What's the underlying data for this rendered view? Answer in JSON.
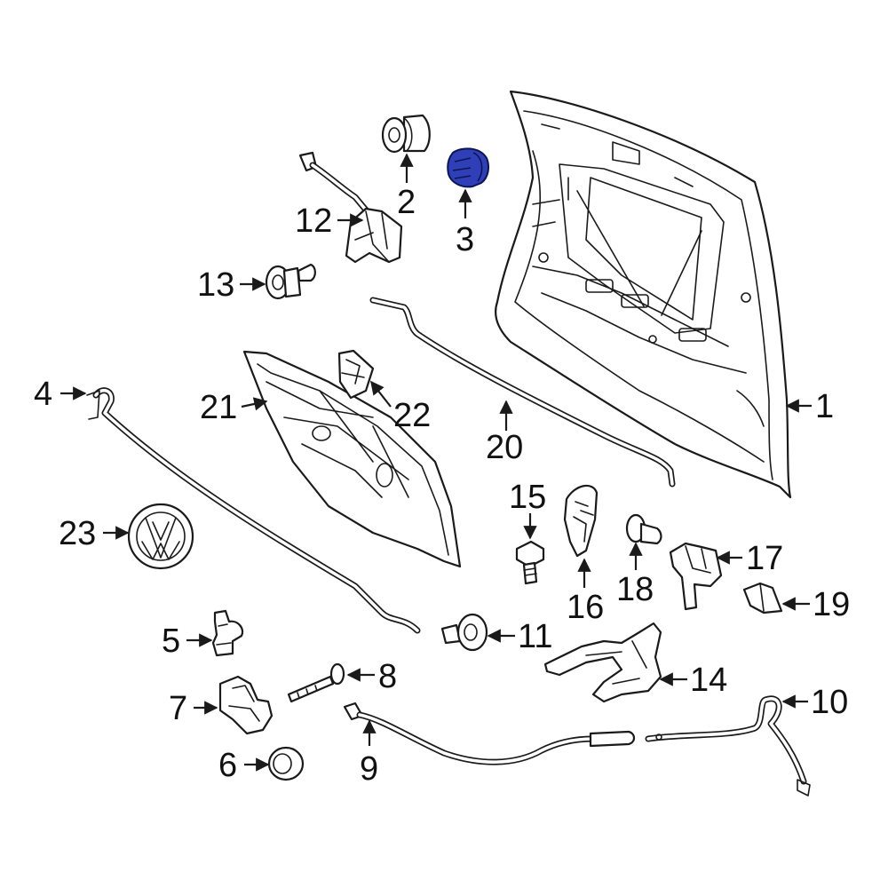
{
  "accent_color": "#2f3fb8",
  "callouts": [
    {
      "id": "1",
      "label": "1"
    },
    {
      "id": "2",
      "label": "2"
    },
    {
      "id": "3",
      "label": "3"
    },
    {
      "id": "4",
      "label": "4"
    },
    {
      "id": "5",
      "label": "5"
    },
    {
      "id": "6",
      "label": "6"
    },
    {
      "id": "7",
      "label": "7"
    },
    {
      "id": "8",
      "label": "8"
    },
    {
      "id": "9",
      "label": "9"
    },
    {
      "id": "10",
      "label": "10"
    },
    {
      "id": "11",
      "label": "11"
    },
    {
      "id": "12",
      "label": "12"
    },
    {
      "id": "13",
      "label": "13"
    },
    {
      "id": "14",
      "label": "14"
    },
    {
      "id": "15",
      "label": "15"
    },
    {
      "id": "16",
      "label": "16"
    },
    {
      "id": "17",
      "label": "17"
    },
    {
      "id": "18",
      "label": "18"
    },
    {
      "id": "19",
      "label": "19"
    },
    {
      "id": "20",
      "label": "20"
    },
    {
      "id": "21",
      "label": "21"
    },
    {
      "id": "22",
      "label": "22"
    },
    {
      "id": "23",
      "label": "23"
    }
  ],
  "highlighted_part": "3"
}
